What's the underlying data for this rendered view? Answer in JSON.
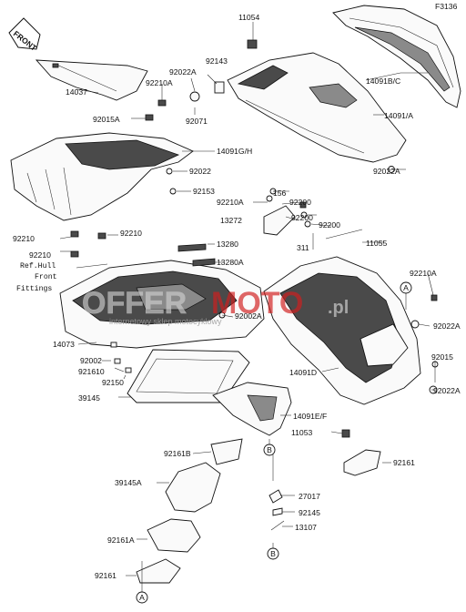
{
  "diagram_code": "F3136",
  "front_arrow_label": "FRONT",
  "watermark": {
    "brand_left": "OFFER",
    "brand_right": "MOTO",
    "brand_suffix": ".pl",
    "tagline": "internetowy sklep motocyklowy",
    "brand_right_color": "#d11f1f",
    "brand_left_color": "#cfcfcf"
  },
  "labels": [
    "11054",
    "14091B/C",
    "92143",
    "92022A",
    "92210A",
    "14037",
    "92071",
    "14091/A",
    "92015A",
    "14091G/H",
    "92022",
    "92153",
    "92022A",
    "156",
    "92210A",
    "92200",
    "13272",
    "92200",
    "92200",
    "92210",
    "92210",
    "311",
    "11055",
    "13280",
    "13280A",
    "92210",
    "Ref.Hull",
    "Front",
    "Fittings",
    "92210A",
    "92002A",
    "14073",
    "92022A",
    "92002",
    "921610",
    "92150",
    "92015",
    "14091D",
    "39145",
    "14091E/F",
    "92022A",
    "11053",
    "92161B",
    "92161",
    "39145A",
    "27017",
    "92145",
    "92161A",
    "13107",
    "92161"
  ],
  "callouts": [
    "A",
    "B",
    "B",
    "A"
  ]
}
